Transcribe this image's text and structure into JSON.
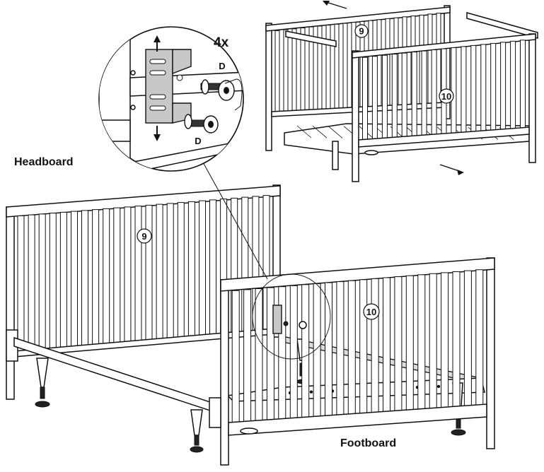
{
  "labels": {
    "headboard": "Headboard",
    "footboard": "Footboard",
    "quantity": "4x",
    "bolt_letter_upper": "D",
    "bolt_letter_lower": "D",
    "part_headboard": "9",
    "part_footboard": "10",
    "part_headboard_small": "9",
    "part_footboard_small": "10"
  },
  "icons": {
    "arrow_up": "arrow-up-icon",
    "arrow_down": "arrow-down-icon",
    "movement_arrow": "movement-arrow-icon"
  },
  "colors": {
    "ink": "#111111",
    "bracket_fill": "#c8c8c8",
    "paper": "#ffffff"
  }
}
